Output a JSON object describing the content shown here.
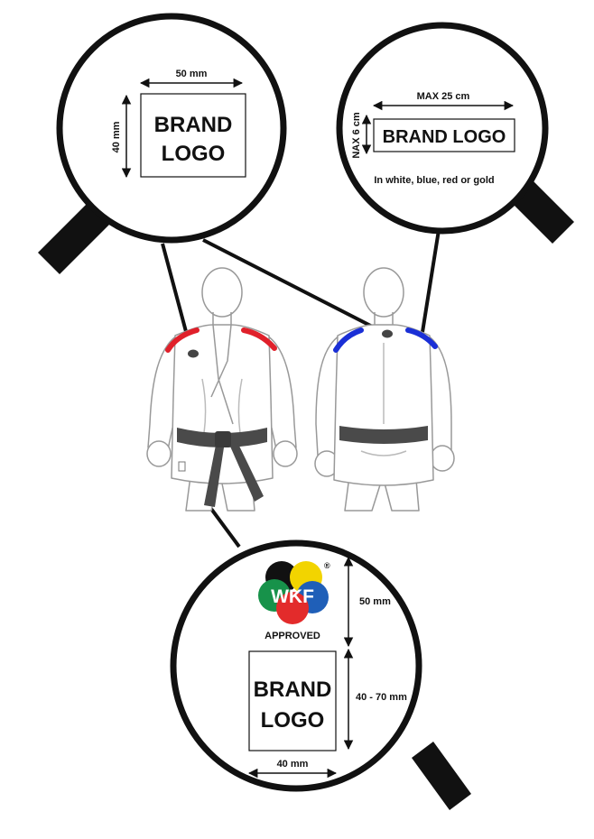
{
  "lens_front_shoulder": {
    "width_label": "50 mm",
    "height_label": "40 mm",
    "logo_line1": "BRAND",
    "logo_line2": "LOGO"
  },
  "lens_back_shoulder": {
    "width_label": "MAX 25 cm",
    "height_label": "NAX 6 cm",
    "logo_text": "BRAND LOGO",
    "color_note": "In white, blue, red or gold"
  },
  "lens_hem": {
    "wkf_text": "WKF",
    "registered_mark": "®",
    "approved_label": "APPROVED",
    "wkf_height_label": "50 mm",
    "brand_height_label": "40 - 70 mm",
    "brand_width_label": "40 mm",
    "logo_line1": "BRAND",
    "logo_line2": "LOGO"
  },
  "colors": {
    "front_shoulder_stripe": "#e0202a",
    "back_shoulder_stripe": "#1a2fd6",
    "wkf_black": "#111111",
    "wkf_yellow": "#f2d400",
    "wkf_green": "#17924a",
    "wkf_red": "#e32b2b",
    "wkf_blue": "#1f5fb8"
  }
}
